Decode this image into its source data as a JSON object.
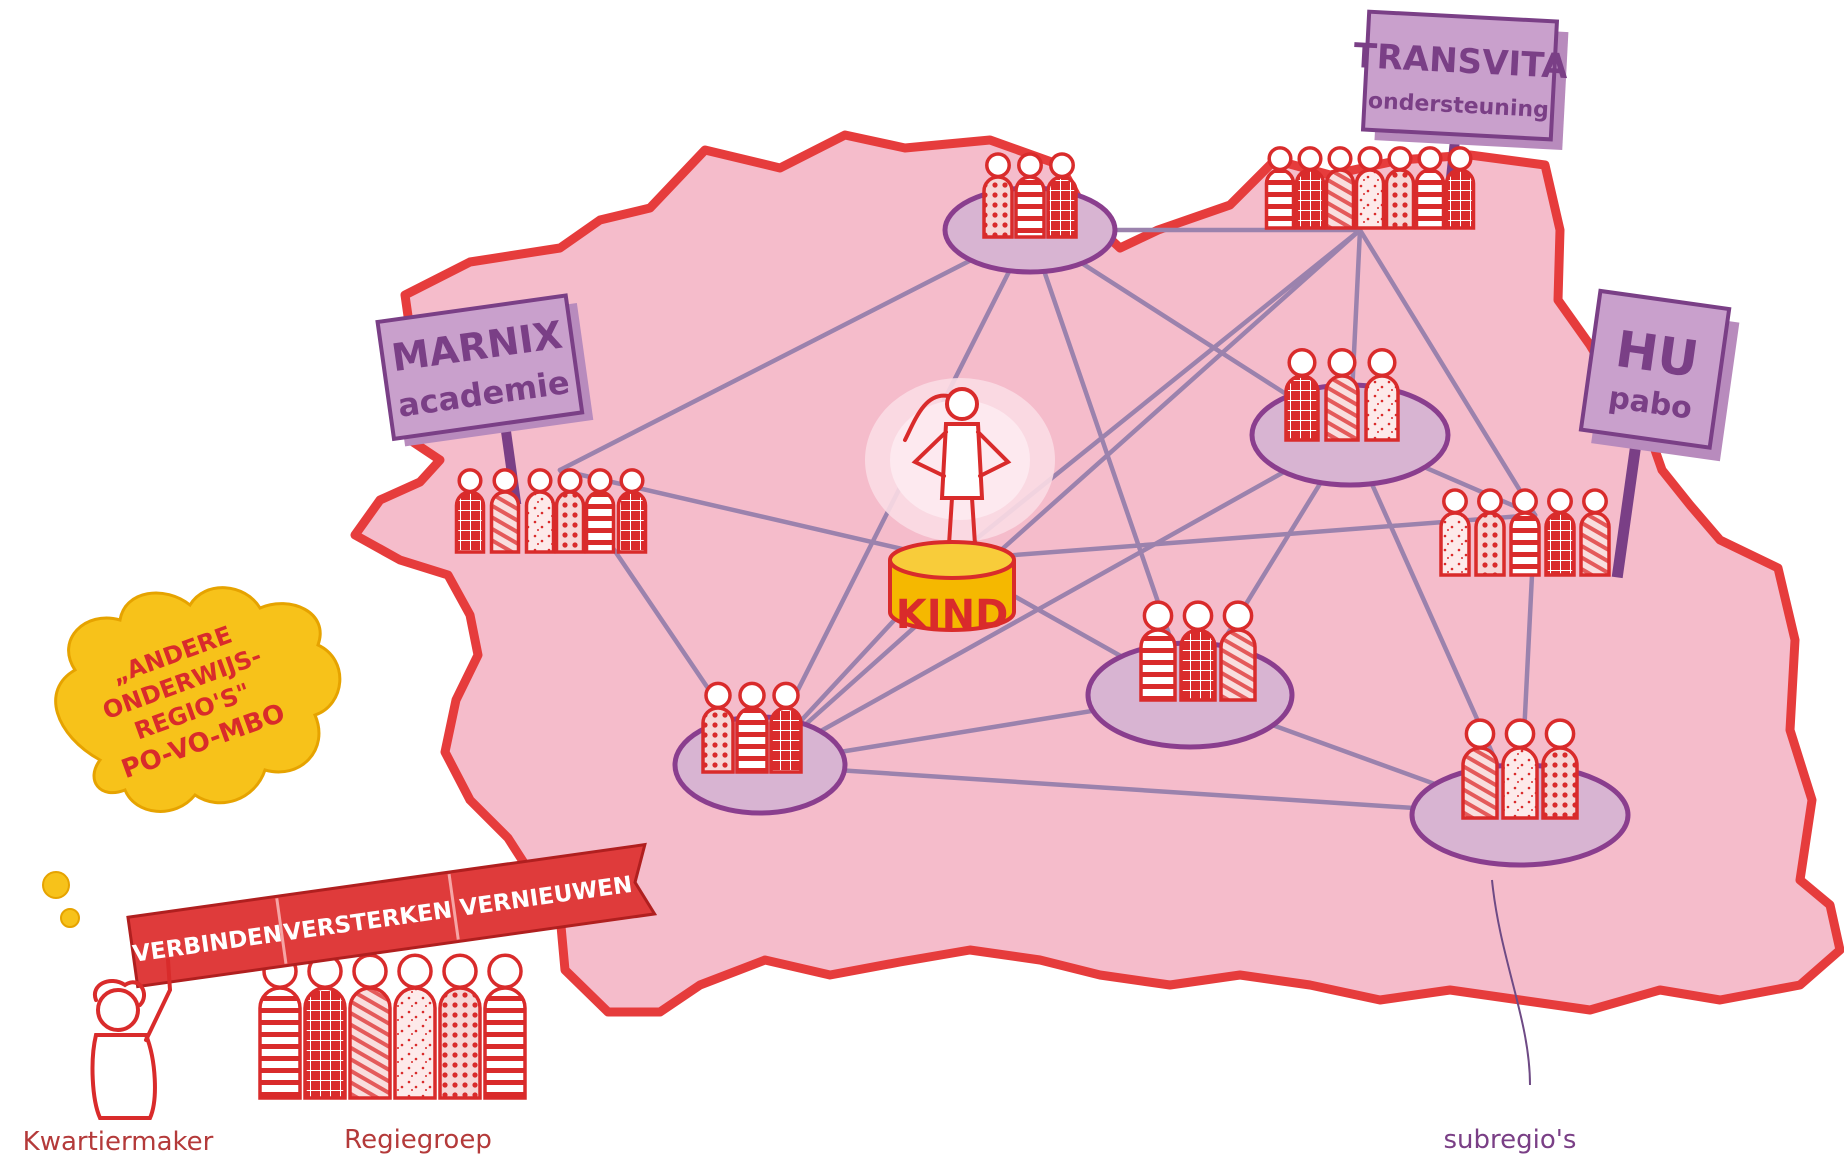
{
  "signs": {
    "marnix": {
      "line1": "MARNIX",
      "line2": "academie"
    },
    "transvita": {
      "line1": "TRANSVITA",
      "line2": "ondersteuning"
    },
    "hu": {
      "line1": "HU",
      "line2": "pabo"
    }
  },
  "center": {
    "label": "KIND"
  },
  "banner": {
    "words": [
      "VERBINDEN",
      "VERSTERKEN",
      "VERNIEUWEN"
    ]
  },
  "thought_cloud": {
    "lines": [
      "„ANDERE",
      "ONDERWIJS-",
      "REGIO'S\"",
      "PO-VO-MBO"
    ]
  },
  "captions": {
    "kwartiermaker": "Kwartiermaker",
    "regiegroep": "Regiegroep",
    "subregios": "subregio's"
  },
  "colors": {
    "region_fill": "#f5bccb",
    "region_outline": "#e63c3c",
    "network_line": "#9b82ad",
    "node_fill": "#d8b4d2",
    "node_outline": "#8a3e8e",
    "sign_fill": "#c9a0cc",
    "sign_text": "#7a3f86",
    "pedestal": "#f5b800",
    "cloud": "#f7c21a",
    "banner": "#df3b3b",
    "people": "#d92b2b",
    "caption": "#b43a3a"
  }
}
